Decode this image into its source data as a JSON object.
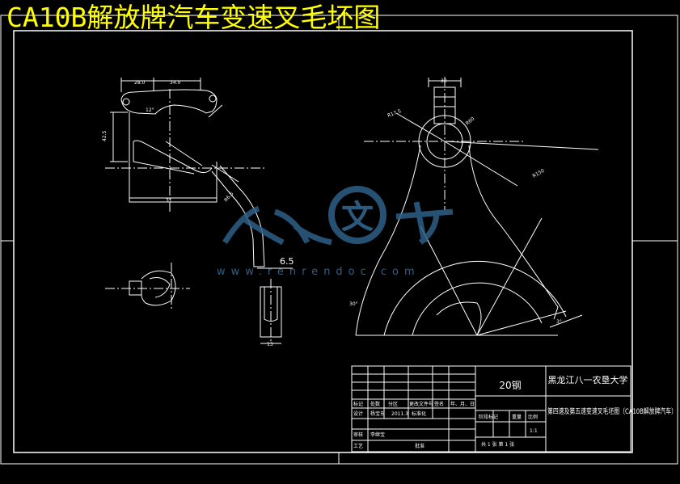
{
  "title": "CA10B解放牌汽车变速叉毛坯图",
  "watermark": {
    "logo_glyph": "文",
    "site": "www.renrendoc.com"
  },
  "dimensions": {
    "left_top_a": "28.0",
    "left_top_b": "34.0",
    "left_height": "42.5",
    "left_bottom": "31",
    "angle_a": "12°",
    "rod": "R6.5",
    "slot": "6.5",
    "slot_bottom": "13",
    "right_top": "30",
    "right_r_small": "R17.5",
    "right_r_big": "R60",
    "right_long": "R150",
    "right_angle_a": "30°",
    "right_angle_b": "3°"
  },
  "title_block": {
    "material": "20钢",
    "school": "黑龙江八一农垦大学",
    "row_marks": [
      "标记",
      "处数",
      "分区",
      "更改文件号",
      "签名",
      "年、月、日"
    ],
    "designer_label": "设计",
    "designer_name": "杨宝东",
    "date": "2011.3",
    "standard_label": "标准化",
    "part_name": "第四速及第五速变速叉毛坯图（CA10B解放牌汽车）",
    "stage_labels": [
      "阶段标记",
      "重量",
      "比例"
    ],
    "scale": "1:1",
    "review_label": "审核",
    "reviewer": "李继宝",
    "process_label": "工艺",
    "approve_label": "批准",
    "sheet_info": "共 1 张    第 1 张"
  }
}
